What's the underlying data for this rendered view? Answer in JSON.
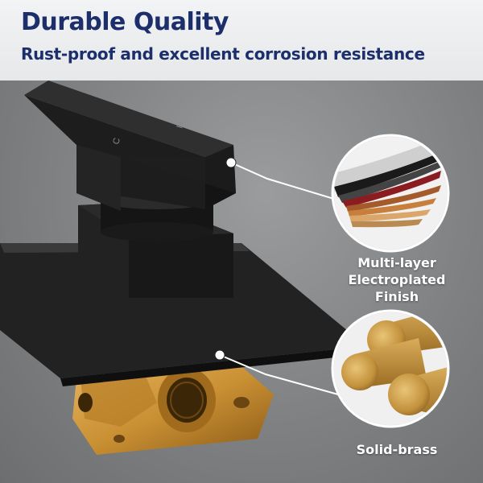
{
  "header": {
    "title": "Durable Quality",
    "subtitle": "Rust-proof and excellent corrosion resistance"
  },
  "product": {
    "handle_marks": [
      "C",
      "H"
    ]
  },
  "callouts": [
    {
      "label_lines": [
        "Multi-layer",
        "Electroplated",
        "Finish"
      ]
    },
    {
      "label": "Solid-brass"
    }
  ],
  "colors": {
    "title": "#1c2f6b",
    "matte_black": "#1b1b1b",
    "brass": "#c98f33"
  }
}
